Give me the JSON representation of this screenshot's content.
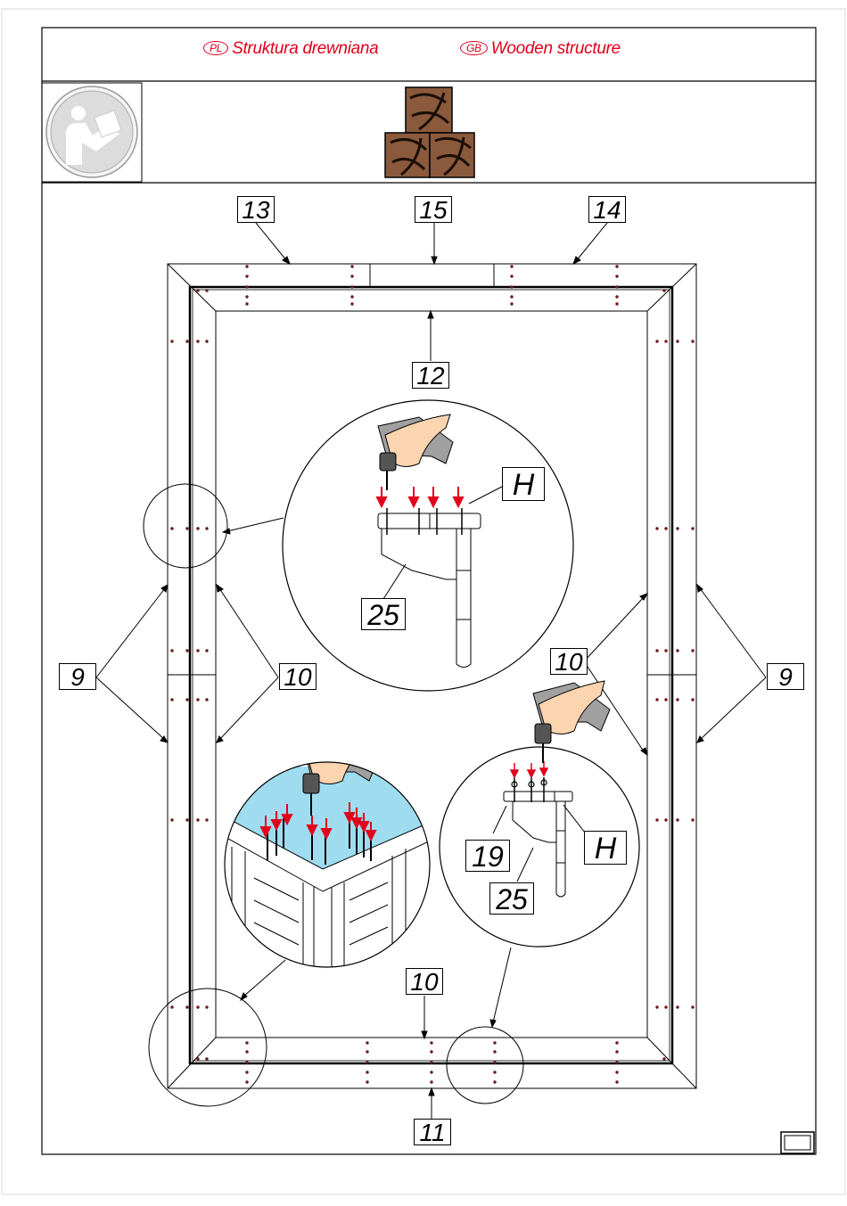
{
  "header": {
    "pl_badge": "PL",
    "pl_title": "Struktura drewniana",
    "gb_badge": "GB",
    "gb_title": "Wooden structure"
  },
  "icons": {
    "manual": "read-manual-icon",
    "material": "wood-blocks-icon",
    "drill": "drill-icon"
  },
  "part_labels": {
    "top_left": "13",
    "top_center": "15",
    "top_right": "14",
    "inner_top": "12",
    "left_outer": "9",
    "left_inner": "10",
    "right_inner": "10",
    "right_outer": "9",
    "bottom_inner": "10",
    "bottom_outer": "11",
    "detail1_hardware": "H",
    "detail1_bracket": "25",
    "detail3_part": "19",
    "detail3_hardware": "H",
    "detail3_bracket": "25"
  },
  "colors": {
    "brand_red": "#e2001a",
    "screw_dot": "#6b1a1a",
    "wood": "#8b5a3c",
    "sky": "#9fdcf0"
  }
}
